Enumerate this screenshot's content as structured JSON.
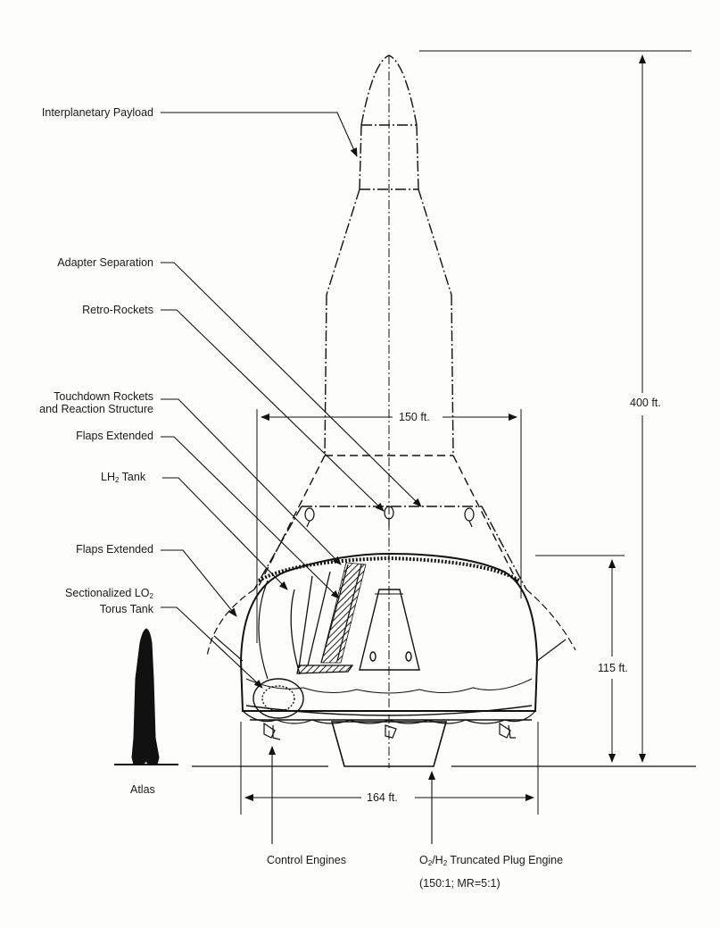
{
  "labels": {
    "interplanetary_payload": "Interplanetary Payload",
    "adapter_separation": "Adapter Separation",
    "retro_rockets": "Retro-Rockets",
    "touchdown_rockets_line1": "Touchdown Rockets",
    "touchdown_rockets_line2": "and Reaction Structure",
    "flaps_extended_upper": "Flaps Extended",
    "lh2_tank_prefix": "LH",
    "lh2_tank_sub": "2",
    "lh2_tank_suffix": " Tank",
    "flaps_extended_lower": "Flaps Extended",
    "lo2_line1_prefix": "Sectionalized LO",
    "lo2_line1_sub": "2",
    "lo2_line2": "Torus Tank",
    "atlas": "Atlas",
    "control_engines": "Control Engines",
    "plug_engine_o": "O",
    "plug_engine_sub1": "2",
    "plug_engine_mid": "/H",
    "plug_engine_sub2": "2",
    "plug_engine_rest": " Truncated Plug Engine",
    "plug_engine_ratio": "(150:1; MR=5:1)"
  },
  "dimensions": {
    "total_height": "400 ft.",
    "stage_height": "115 ft.",
    "adapter_width": "150 ft.",
    "base_width": "164 ft."
  }
}
